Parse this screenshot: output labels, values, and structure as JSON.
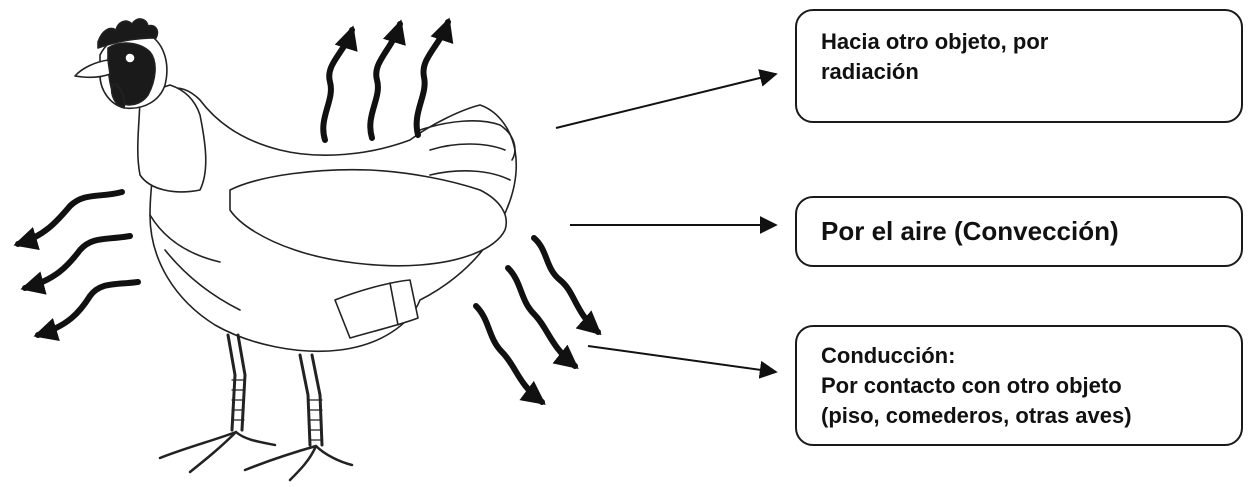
{
  "labels": {
    "radiation": "Hacia otro objeto, por radiación",
    "convection": "Por el aire (Convección)",
    "conduction_title": "Conducción:",
    "conduction_line1": "Por contacto con otro objeto",
    "conduction_line2": "(piso, comederos, otras aves)"
  },
  "radiation_lines": [
    "Hacia otro objeto, por",
    "radiación"
  ],
  "icons": {
    "illustration": "chicken-icon",
    "heat_wave": "heat-wave-arrow-icon",
    "pointer": "arrow-right-icon"
  },
  "colors": {
    "ink": "#111111",
    "paper": "#ffffff"
  }
}
